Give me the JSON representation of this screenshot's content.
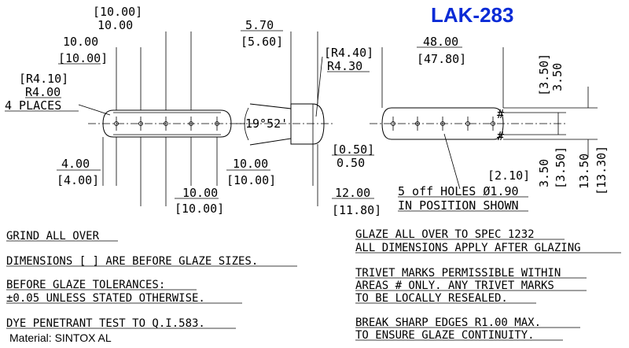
{
  "title": "LAK-283",
  "material": "Material: SINTOX AL",
  "front_view": {
    "dim_top_bracket": "[10.00]",
    "dim_top": "10.00",
    "dim_left_upper": "10.00",
    "dim_left_upper_bracket": "[10.00]",
    "radius_bracket": "[R4.10]",
    "radius": "R4.00",
    "radius_places": "4 PLACES",
    "dim_bottom_left": "4.00",
    "dim_bottom_left_bracket": "[4.00]",
    "dim_bottom_mid": "10.00",
    "dim_bottom_mid_bracket": "[10.00]",
    "dim_bottom_right": "10.00",
    "dim_bottom_right_bracket": "[10.00]"
  },
  "side_view": {
    "dim_top": "5.70",
    "dim_top_bracket": "[5.60]",
    "radius_bracket": "[R4.40]",
    "radius": "R4.30",
    "angle": "19°52'",
    "dim_small_bracket": "[0.50]",
    "dim_small": "0.50",
    "dim_bottom": "12.00",
    "dim_bottom_bracket": "[11.80]"
  },
  "right_view": {
    "dim_top": "48.00",
    "dim_top_bracket": "[47.80]",
    "dim_right_a_bracket": "[3.50]",
    "dim_right_a": "3.50",
    "dim_bottom_a": "3.50",
    "dim_bottom_a_bracket": "[3.50]",
    "dim_bottom_b": "13.50",
    "dim_bottom_b_bracket": "[13.30]",
    "dim_hole_bracket": "[2.10]",
    "holes_line1": "5 off HOLES Ø1.90",
    "holes_line2": "IN POSITION SHOWN",
    "trivet_mark": "#"
  },
  "notes_left": [
    "GRIND ALL OVER",
    "DIMENSIONS [ ] ARE BEFORE GLAZE SIZES.",
    "BEFORE GLAZE TOLERANCES:",
    "±0.05 UNLESS STATED OTHERWISE.",
    "DYE PENETRANT TEST TO Q.I.583."
  ],
  "notes_right": [
    "GLAZE ALL OVER TO SPEC 1232",
    "ALL DIMENSIONS APPLY AFTER GLAZING",
    "TRIVET MARKS PERMISSIBLE WITHIN",
    "AREAS # ONLY. ANY TRIVET MARKS",
    "TO BE LOCALLY RESEALED.",
    "BREAK SHARP EDGES R1.00 MAX.",
    "TO ENSURE GLAZE CONTINUITY."
  ]
}
